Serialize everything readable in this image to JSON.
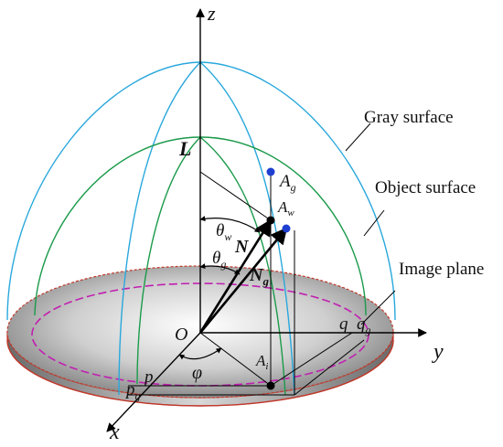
{
  "axes": {
    "z": "z",
    "x": "x",
    "y": "y",
    "origin": "O"
  },
  "vectors": {
    "L": "L",
    "N": "N",
    "Ng_main": "N",
    "Ng_sub": "g"
  },
  "angles": {
    "theta_w_main": "θ",
    "theta_w_sub": "w",
    "theta_g_main": "θ",
    "theta_g_sub": "g",
    "phi": "φ"
  },
  "points": {
    "Ag_main": "A",
    "Ag_sub": "g",
    "Aw_main": "A",
    "Aw_sub": "w",
    "Ai_main": "A",
    "Ai_sub": "i",
    "p": "p",
    "pg_main": "p",
    "pg_sub": "g",
    "q": "q",
    "qg_main": "q",
    "qg_sub": "g"
  },
  "labels": {
    "gray_surface": "Gray surface",
    "object_surface": "Object surface",
    "image_plane": "Image plane"
  },
  "colors": {
    "gray_surface": "#29a8dc",
    "object_surface": "#1a9a4a",
    "image_plane_rim": "#c0392b",
    "pink_circle": "#c020b0",
    "point_blue": "#1f3fd0",
    "point_black": "#000000"
  }
}
